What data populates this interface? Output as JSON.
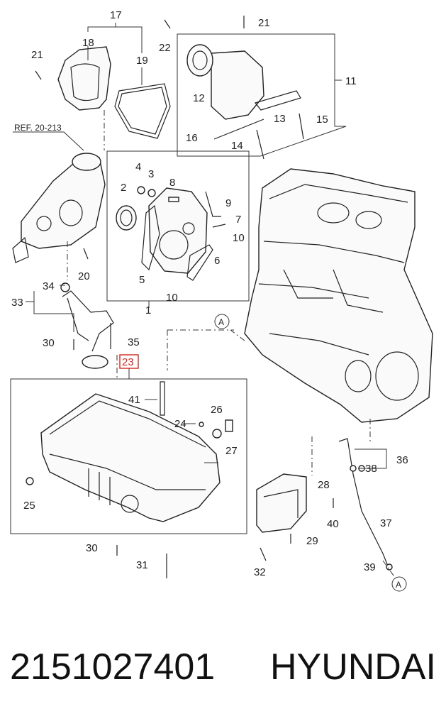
{
  "callouts": {
    "c17": "17",
    "c18": "18",
    "c19": "19",
    "c21a": "21",
    "c22": "22",
    "c21b": "21",
    "c11": "11",
    "c12": "12",
    "c13": "13",
    "c15": "15",
    "c16": "16",
    "c14": "14",
    "ref": "REF. 20-213",
    "c4": "4",
    "c3": "3",
    "c8": "8",
    "c2": "2",
    "c9": "9",
    "c7": "7",
    "c10a": "10",
    "c6": "6",
    "c5": "5",
    "c10b": "10",
    "c1": "1",
    "c20": "20",
    "c34": "34",
    "c33": "33",
    "c30a": "30",
    "c35": "35",
    "c23": "23",
    "cA1": "A",
    "c41": "41",
    "c26": "26",
    "c24": "24",
    "c27": "27",
    "c25": "25",
    "c28": "28",
    "c36": "36",
    "c38": "38",
    "c40": "40",
    "c37": "37",
    "c29": "29",
    "c30b": "30",
    "c31": "31",
    "c32": "32",
    "c39": "39",
    "cA2": "A"
  },
  "highlight_color": "#d0281e",
  "caption": {
    "part_number": "2151027401",
    "brand": "HYUNDAI"
  }
}
